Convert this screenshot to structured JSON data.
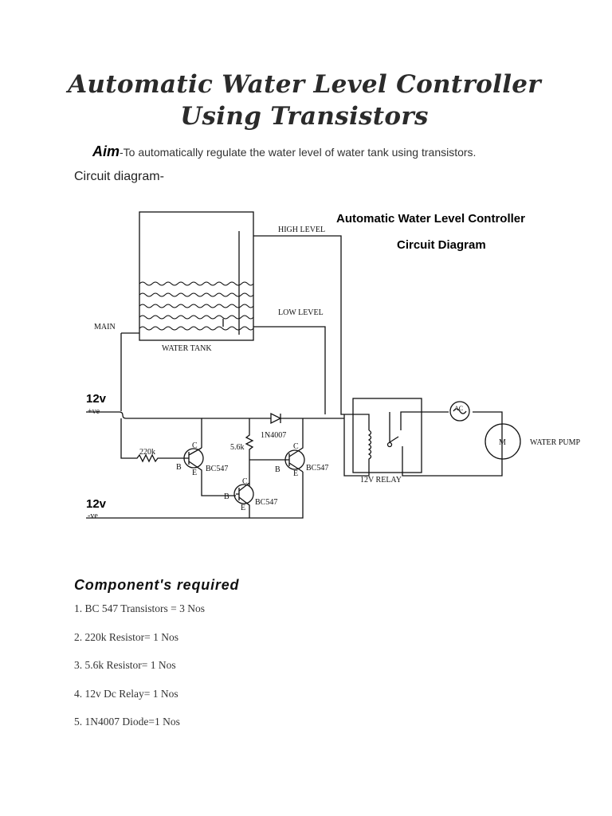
{
  "title": {
    "line1": "Automatic Water Level Controller",
    "line2": "Using Transistors"
  },
  "aim": {
    "label": "Aim",
    "text": "-To automatically regulate the water level of water tank using transistors."
  },
  "circuit_heading": "Circuit diagram-",
  "diagram": {
    "title_line1": "Automatic Water Level Controller",
    "title_line2": "Circuit Diagram",
    "labels": {
      "high_level": "HIGH LEVEL",
      "low_level": "LOW LEVEL",
      "main": "MAIN",
      "water_tank": "WATER TANK",
      "supply_pos_value": "12v",
      "supply_pos_sign": "+ve",
      "supply_neg_value": "12v",
      "supply_neg_sign": "-ve",
      "resistor_1": "220k",
      "resistor_2": "5.6k",
      "diode": "1N4007",
      "relay": "12V RELAY",
      "ac": "AC",
      "motor": "M",
      "water_pump": "WATER PUMP",
      "transistor_1": "BC547",
      "transistor_2": "BC547",
      "transistor_3": "BC547",
      "pin_c": "C",
      "pin_b": "B",
      "pin_e": "E"
    }
  },
  "components": {
    "heading": "Component's required",
    "items": [
      "1. BC 547 Transistors = 3 Nos",
      "2. 220k Resistor= 1 Nos",
      "3. 5.6k Resistor= 1 Nos",
      "4. 12v Dc Relay= 1 Nos",
      "5. 1N4007 Diode=1 Nos"
    ]
  }
}
